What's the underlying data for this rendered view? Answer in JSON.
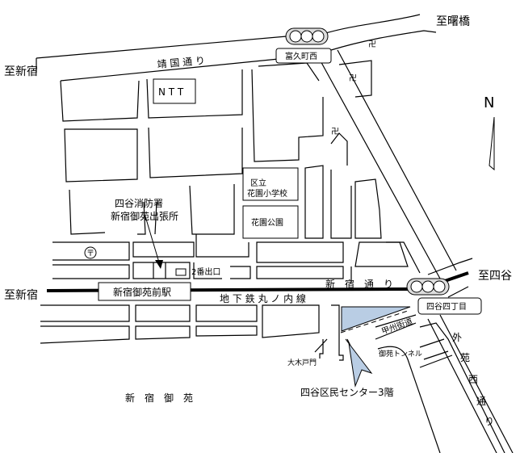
{
  "labels": {
    "to_akebonobashi": "至曙橋",
    "to_shinjuku_top": "至新宿",
    "to_shinjuku_bottom": "至新宿",
    "to_yotsuya": "至四谷",
    "yasukuni_dori": "靖 国 通 り",
    "tomihisacho_nishi": "富久町西",
    "ntt": "N T T",
    "north": "N",
    "school_line1": "区立",
    "school_line2": "花園小学校",
    "park": "花園公園",
    "fire_station_line1": "四谷消防署",
    "fire_station_line2": "新宿御苑出張所",
    "exit2": "2番出口",
    "station": "新宿御苑前駅",
    "shinjuku_dori": "新　宿　通　り",
    "marunouchi_line": "地 下 鉄 丸 ノ 内 線",
    "yotsuya_4chome": "四谷四丁目",
    "koshu_kaido": "甲州街道",
    "gaien_nishi_dori": [
      "外",
      "苑",
      "西",
      "通",
      "り"
    ],
    "okido_gate": "大木戸門",
    "gyoen_tunnel": "御苑トンネル",
    "shinjuku_gyoen": "新　宿　御　苑",
    "destination": "四谷区民センター3階",
    "temple_symbol": "卍",
    "post_office_symbol": "〒"
  },
  "colors": {
    "destination_fill": "#b9cde4",
    "road": "#000000"
  },
  "icons": [
    "traffic-light-icon",
    "temple-icon",
    "post-office-icon",
    "north-arrow-icon",
    "destination-arrow-icon"
  ]
}
